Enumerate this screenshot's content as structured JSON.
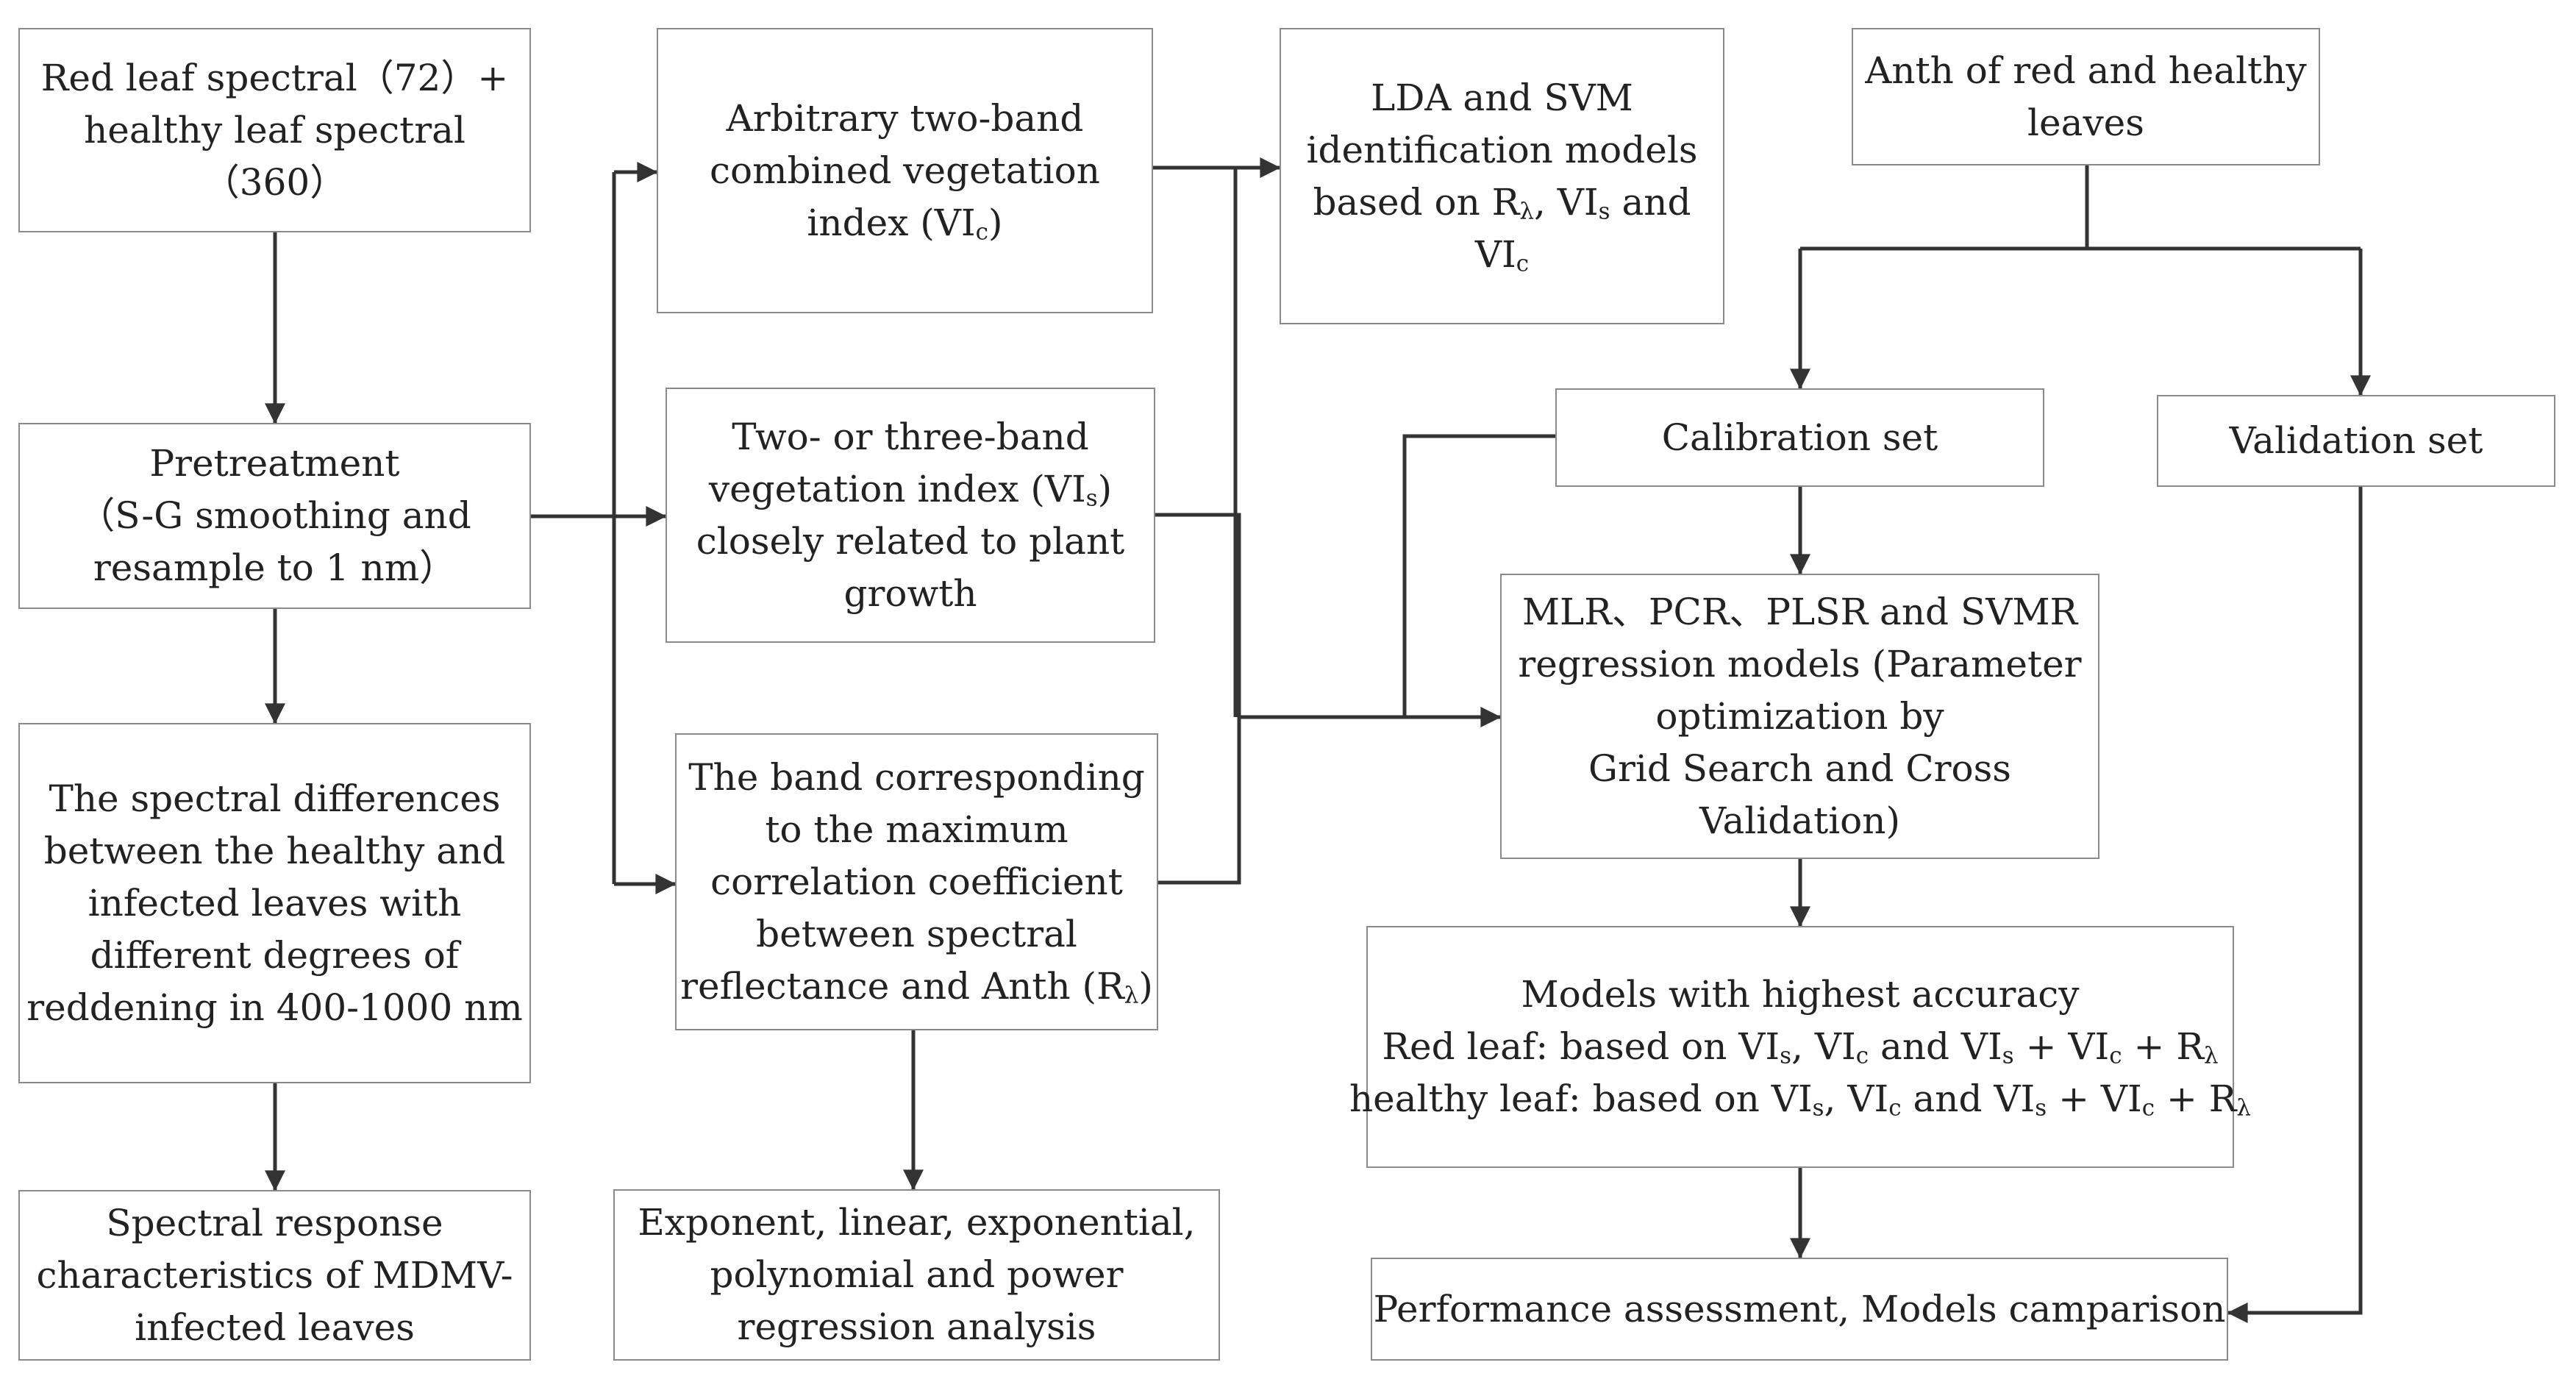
{
  "boxes": {
    "red_healthy_spectral": [
      "Red leaf spectral（72）+",
      "healthy leaf spectral",
      "（360）"
    ],
    "pretreatment": [
      "Pretreatment",
      "（S-G smoothing and",
      "resample to 1 nm）"
    ],
    "spectral_differences": [
      "The spectral differences",
      "between the healthy and",
      "infected leaves with",
      "different degrees of",
      "reddening in 400-1000 nm"
    ],
    "spectral_response": [
      "Spectral response",
      "characteristics of MDMV-",
      "infected leaves"
    ],
    "arbitrary_vi": [
      "Arbitrary two-band",
      "combined vegetation",
      "index (VI_c)"
    ],
    "two_three_band_vi": [
      "Two- or three-band",
      "vegetation index (VI_s)",
      "closely related to plant",
      "growth"
    ],
    "max_correlation_band": [
      "The band corresponding",
      "to the maximum",
      "correlation coefficient",
      "between spectral",
      "reflectance and Anth (R_λ)"
    ],
    "regression_analysis": [
      "Exponent, linear, exponential,",
      "polynomial and power",
      "regression analysis"
    ],
    "lda_svm": [
      "LDA and SVM",
      "identification models",
      "based on R_λ, VI_s  and",
      "VI_c"
    ],
    "anth_leaves": [
      "Anth of red and healthy",
      "leaves"
    ],
    "calibration_set": [
      "Calibration set"
    ],
    "validation_set": [
      "Validation set"
    ],
    "regression_models": [
      "MLR、PCR、PLSR and SVMR",
      "regression models (Parameter",
      "optimization by",
      "Grid Search and Cross",
      "Validation)"
    ],
    "highest_accuracy": [
      "Models with highest accuracy",
      "Red leaf: based on VI_s, VI_c and VI_s + VI_c + R_λ",
      "healthy leaf: based on VI_s, VI_c  and VI_s + VI_c + R_λ"
    ],
    "performance_assessment": [
      "Performance assessment, Models camparison"
    ]
  },
  "colors": {
    "border": "#8a8a8a",
    "arrow": "#333333",
    "text": "#222222"
  }
}
